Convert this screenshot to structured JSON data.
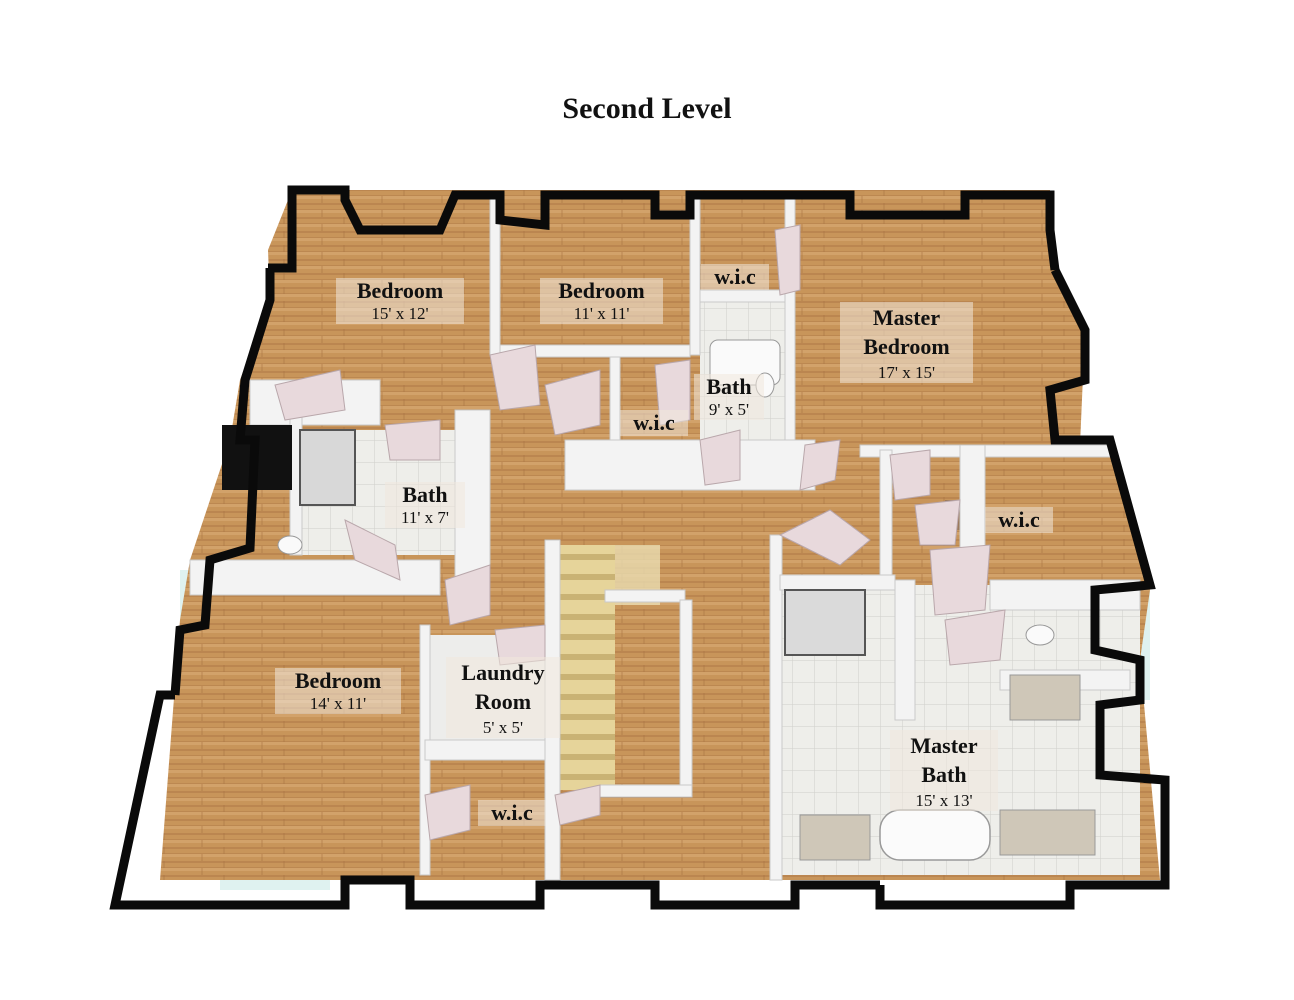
{
  "title": "Second Level",
  "colors": {
    "wall": "#0a0a0a",
    "interior_wall": "#f1f1f1",
    "wood_floor": "#c8955a",
    "tile_floor": "#eeeeea",
    "door": "#e8d9dc",
    "stairs": "#e6d49a",
    "window_glass": "#dff2f0"
  },
  "rooms": [
    {
      "id": "bedroom-nw",
      "name": "Bedroom",
      "dims": "15' x 12'"
    },
    {
      "id": "bedroom-n",
      "name": "Bedroom",
      "dims": "11' x 11'"
    },
    {
      "id": "wic-n",
      "name": "w.i.c",
      "dims": ""
    },
    {
      "id": "master-bedroom",
      "name": "Master Bedroom",
      "dims": "17' x 15'"
    },
    {
      "id": "bath-n",
      "name": "Bath",
      "dims": "9' x 5'"
    },
    {
      "id": "wic-center",
      "name": "w.i.c",
      "dims": ""
    },
    {
      "id": "bath-w",
      "name": "Bath",
      "dims": "11' x 7'"
    },
    {
      "id": "wic-e",
      "name": "w.i.c",
      "dims": ""
    },
    {
      "id": "bedroom-sw",
      "name": "Bedroom",
      "dims": "14' x 11'"
    },
    {
      "id": "laundry",
      "name": "Laundry Room",
      "dims": "5' x 5'"
    },
    {
      "id": "wic-s",
      "name": "w.i.c",
      "dims": ""
    },
    {
      "id": "master-bath",
      "name": "Master Bath",
      "dims": "15' x 13'"
    }
  ]
}
